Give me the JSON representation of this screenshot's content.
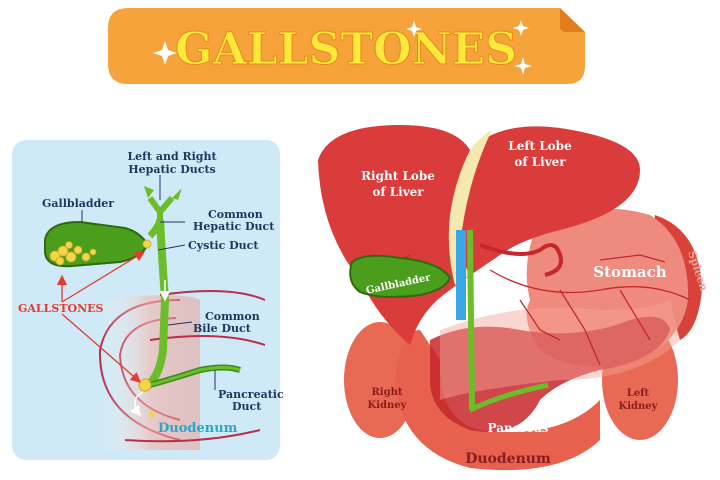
{
  "banner": {
    "title": "GALLSTONES"
  },
  "inset": {
    "labels": {
      "hepatic_ducts_line1": "Left and Right",
      "hepatic_ducts_line2": "Hepatic Ducts",
      "gallbladder": "Gallbladder",
      "common_hepatic_line1": "Common",
      "common_hepatic_line2": "Hepatic Duct",
      "cystic_duct": "Cystic Duct",
      "gallstones": "GALLSTONES",
      "common_bile_line1": "Common",
      "common_bile_line2": "Bile Duct",
      "pancreatic_line1": "Pancreatic",
      "pancreatic_line2": "Duct",
      "duodenum": "Duodenum"
    }
  },
  "anatomy": {
    "labels": {
      "right_lobe_line1": "Right Lobe",
      "right_lobe_line2": "of Liver",
      "left_lobe_line1": "Left Lobe",
      "left_lobe_line2": "of Liver",
      "gallbladder": "Gallbladder",
      "stomach": "Stomach",
      "spleen": "Spleen",
      "right_kidney_line1": "Right",
      "right_kidney_line2": "Kidney",
      "left_kidney_line1": "Left",
      "left_kidney_line2": "Kidney",
      "pancreas": "Pancreas",
      "duodenum": "Duodenum"
    }
  },
  "colors": {
    "banner_orange": "#f59a23",
    "banner_text": "#fde93a",
    "panel_blue": "#cfeaf6",
    "label_navy": "#1f3760",
    "gallstones_red": "#e53a2c",
    "duodenum_cyan": "#2aa7c9",
    "liver_red": "#d93c3a",
    "duct_green": "#6cbd2a"
  }
}
